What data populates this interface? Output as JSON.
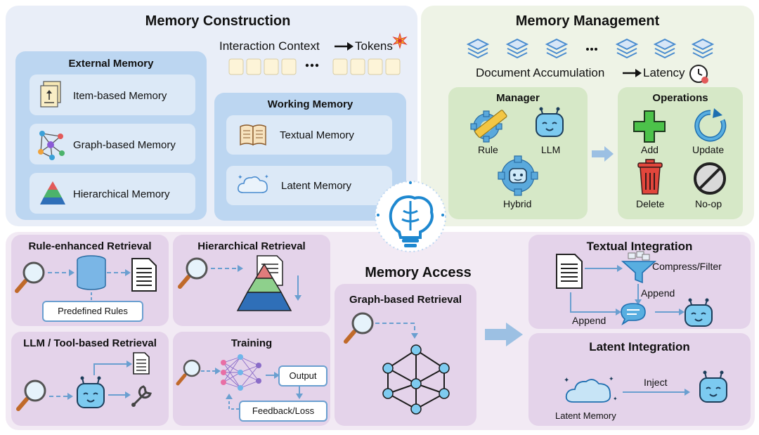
{
  "construction": {
    "title": "Memory Construction",
    "context_label": "Interaction Context",
    "tokens_label": "Tokens",
    "external": {
      "title": "External Memory",
      "items": [
        "Item-based Memory",
        "Graph-based Memory",
        "Hierarchical Memory"
      ]
    },
    "working": {
      "title": "Working Memory",
      "items": [
        "Textual Memory",
        "Latent Memory"
      ]
    }
  },
  "management": {
    "title": "Memory Management",
    "doc_label": "Document Accumulation",
    "latency_label": "Latency",
    "manager": {
      "title": "Manager",
      "rule": "Rule",
      "llm": "LLM",
      "hybrid": "Hybrid"
    },
    "operations": {
      "title": "Operations",
      "add": "Add",
      "update": "Update",
      "delete": "Delete",
      "noop": "No-op"
    }
  },
  "access": {
    "title": "Memory Access",
    "rule_retrieval": {
      "title": "Rule-enhanced Retrieval",
      "rules": "Predefined Rules"
    },
    "hier_retrieval": {
      "title": "Hierarchical Retrieval"
    },
    "llm_retrieval": {
      "title": "LLM / Tool-based Retrieval"
    },
    "training": {
      "title": "Training",
      "output": "Output",
      "feedback": "Feedback/Loss"
    },
    "graph_retrieval": {
      "title": "Graph-based Retrieval"
    },
    "textual_integration": {
      "title": "Textual Integration",
      "compress": "Compress/Filter",
      "append1": "Append",
      "append2": "Append"
    },
    "latent_integration": {
      "title": "Latent Integration",
      "inject": "Inject",
      "latent": "Latent Memory"
    }
  },
  "colors": {
    "construction_bg": "#e9eef8",
    "management_bg": "#eef3e6",
    "access_bg": "#f2eaf4",
    "blue_box": "#bcd6f1",
    "green_box": "#d6e8c7",
    "purple_box": "#e4d3ea"
  },
  "icons": [
    "document-upload-icon",
    "graph-network-icon",
    "pyramid-icon",
    "book-icon",
    "cloud-icon",
    "layers-icon",
    "clock-icon",
    "gear-ruler-icon",
    "robot-icon",
    "plus-icon",
    "refresh-icon",
    "trash-icon",
    "no-entry-icon",
    "brain-bulb-icon",
    "magnifier-icon",
    "database-icon",
    "document-icon",
    "wrench-icon",
    "neural-net-icon",
    "funnel-icon",
    "chat-bubble-icon"
  ]
}
